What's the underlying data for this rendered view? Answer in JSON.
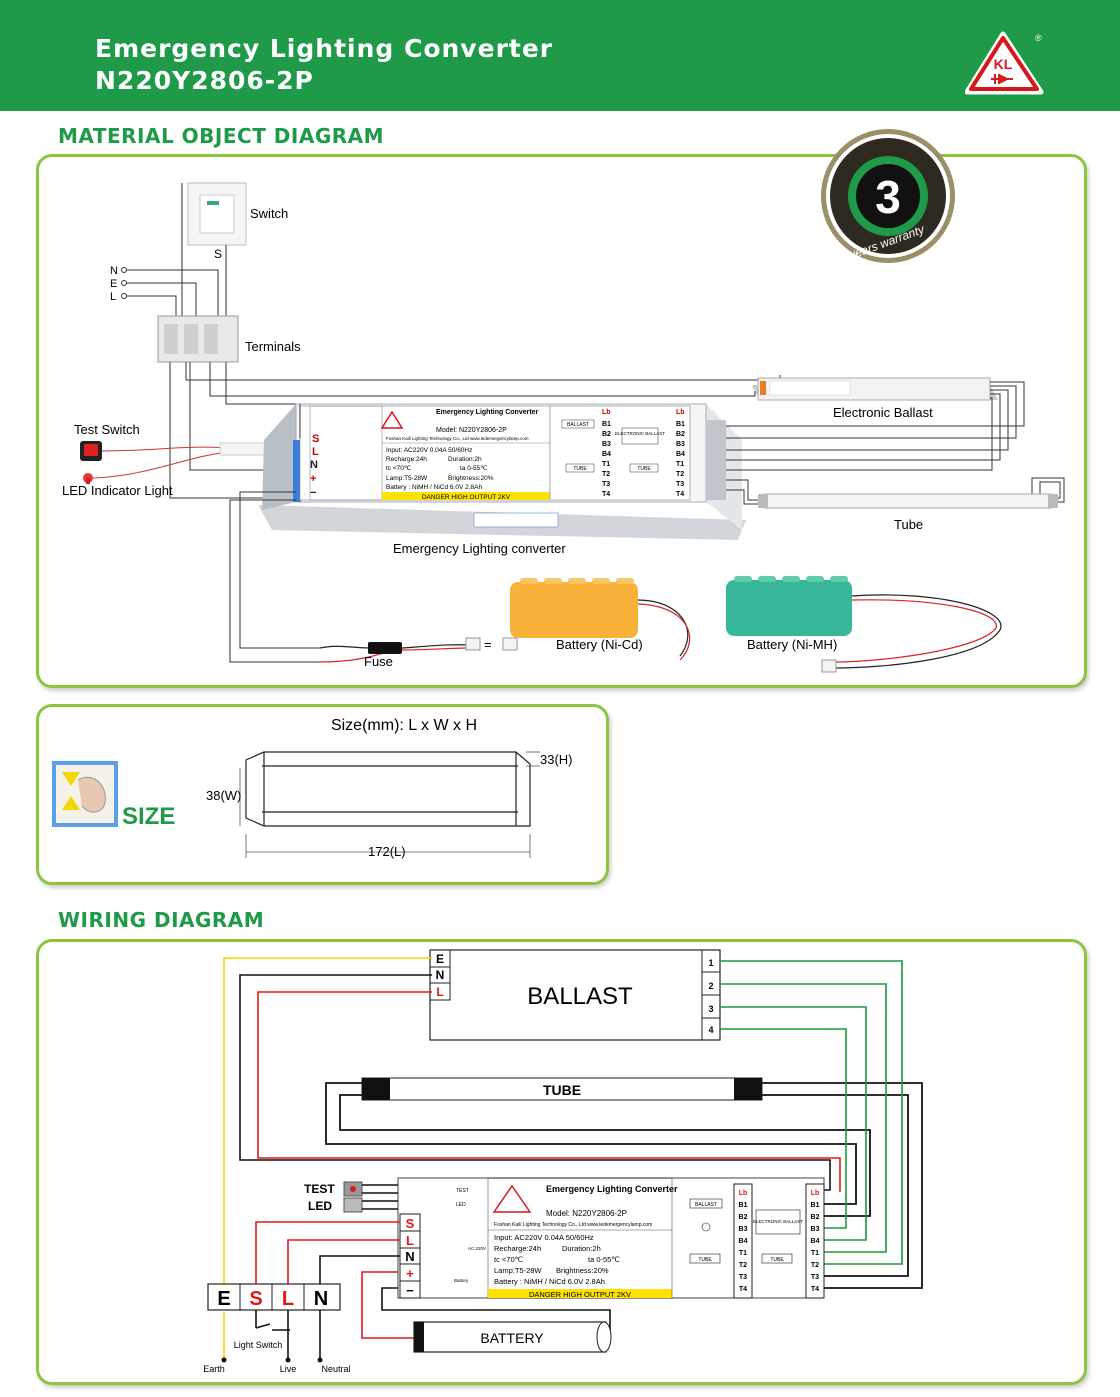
{
  "header": {
    "title_line1": "Emergency Lighting Converter",
    "title_line2": "N220Y2806-2P",
    "logo_text": "KL",
    "registered": "®"
  },
  "sections": {
    "material": "MATERIAL OBJECT DIAGRAM",
    "wiring": "WIRING DIAGRAM"
  },
  "warranty": {
    "number": "3",
    "text": "years warranty"
  },
  "material": {
    "switch": "Switch",
    "s": "S",
    "n": "N",
    "e": "E",
    "l": "L",
    "terminals": "Terminals",
    "test_switch": "Test Switch",
    "led_indicator": "LED Indicator Light",
    "electronic_ballast": "Electronic Ballast",
    "tube": "Tube",
    "converter": "Emergency  Lighting  converter",
    "fuse": "Fuse",
    "battery_nicd": "Battery (Ni-Cd)",
    "battery_nimh": "Battery (Ni-MH)"
  },
  "label": {
    "title": "Emergency Lighting Converter",
    "model": "Model: N220Y2806-2P",
    "company": "Foshan Kaili Lighting Technology Co., Ltd   www.ledemergencylamp.com",
    "input": "Input:  AC220V   0.04A   50/60Hz",
    "recharge": "Recharge:24h",
    "duration": "Duration:2h",
    "tc": "tc <70℃",
    "ta": "ta  0-55℃",
    "lamp": "Lamp:T5-28W",
    "brightness": "Brightness:20%",
    "battery": "Battery : NiMH / NiCd  6.0V  2.8Ah",
    "danger": "DANGER  HIGH OUTPUT  2KV",
    "test": "TEST",
    "led": "LED",
    "ac220v": "AC 220V",
    "battery_small": "Battery",
    "ballast_small": "BALLAST",
    "tube_small": "TUBE",
    "electronic_ballast_small": "ELECTRONIC BALLAST",
    "left_terms": [
      "S",
      "L",
      "N",
      "+",
      "−"
    ],
    "right_terms": [
      "Lb",
      "B1",
      "B2",
      "B3",
      "B4",
      "T1",
      "T2",
      "T3",
      "T4"
    ]
  },
  "size": {
    "heading": "Size(mm): L x W x H",
    "h": "33(H)",
    "w": "38(W)",
    "l": "172(L)",
    "label": "SIZE"
  },
  "wiring": {
    "ballast": "BALLAST",
    "ballast_terms": [
      "E",
      "N",
      "L"
    ],
    "ballast_nums": [
      "1",
      "2",
      "3",
      "4"
    ],
    "tube": "TUBE",
    "test": "TEST",
    "led": "LED",
    "esln": [
      "E",
      "S",
      "L",
      "N"
    ],
    "light_switch": "Light Switch",
    "earth": "Earth",
    "live": "Live",
    "neutral": "Neutral",
    "battery": "BATTERY"
  },
  "colors": {
    "brand_green": "#1e9a48",
    "panel_border": "#8cc63f",
    "wire_red": "#e01818",
    "wire_yellow": "#f2d600",
    "wire_green": "#1a9a3a",
    "logo_red": "#d7191c"
  }
}
